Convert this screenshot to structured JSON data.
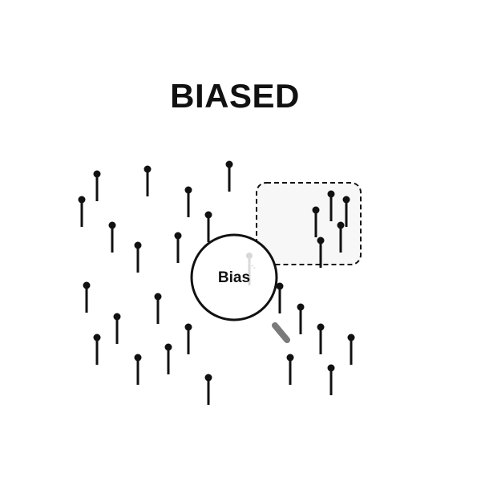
{
  "title": "BIASED",
  "lens": {
    "label": "Bias",
    "handle_icon": "magnifying-glass-icon"
  },
  "selection_box_icon": "dashed-selection-box",
  "figure_icon": "stick-figure-icon",
  "colors": {
    "ink": "#111111",
    "faded_figure": "#d8d8d8",
    "box_fill": "#f7f7f7",
    "handle": "#7a7a7a"
  }
}
